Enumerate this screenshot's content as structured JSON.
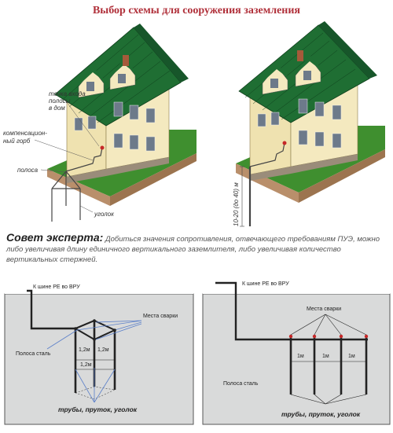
{
  "title": "Выбор схемы для сооружения заземления",
  "house_left": {
    "label_entry_1": "точка входа",
    "label_entry_2": "полосы",
    "label_entry_3": "в дом",
    "label_comp_1": "компенсацион-",
    "label_comp_2": "ный горб",
    "label_strip": "полоса",
    "label_angle": "уголок"
  },
  "house_right": {
    "label_depth": "10-20 (до 40) м"
  },
  "advice": {
    "heading": "Совет эксперта:",
    "text": "Добиться значения сопротивления, отвечающего требованиям ПУЭ, можно либо увеличивая длину единичного вертикального заземлителя, либо увеличивая количество вертикальных стержней."
  },
  "diagram_left": {
    "label_bus": "К шине РЕ во ВРУ",
    "label_weld": "Места сварки",
    "label_strip": "Полоса сталь",
    "dim_1": "1,2м",
    "dim_2": "1,2м",
    "dim_3": "1,2м",
    "label_bottom": "трубы, пруток, уголок"
  },
  "diagram_right": {
    "label_bus": "К шине РЕ во ВРУ",
    "label_weld": "Места сварки",
    "label_strip": "Полоса сталь",
    "dim_1": "1м",
    "dim_2": "1м",
    "dim_3": "1м",
    "label_bottom": "трубы, пруток, уголок"
  },
  "colors": {
    "title": "#b0303a",
    "roof": "#1f6e33",
    "wall": "#f2e6b8",
    "soil": "#b98f6b",
    "grass": "#3f8f2f",
    "ground_box": "#d9dada",
    "weld_arrow": "#5a7fc9"
  }
}
